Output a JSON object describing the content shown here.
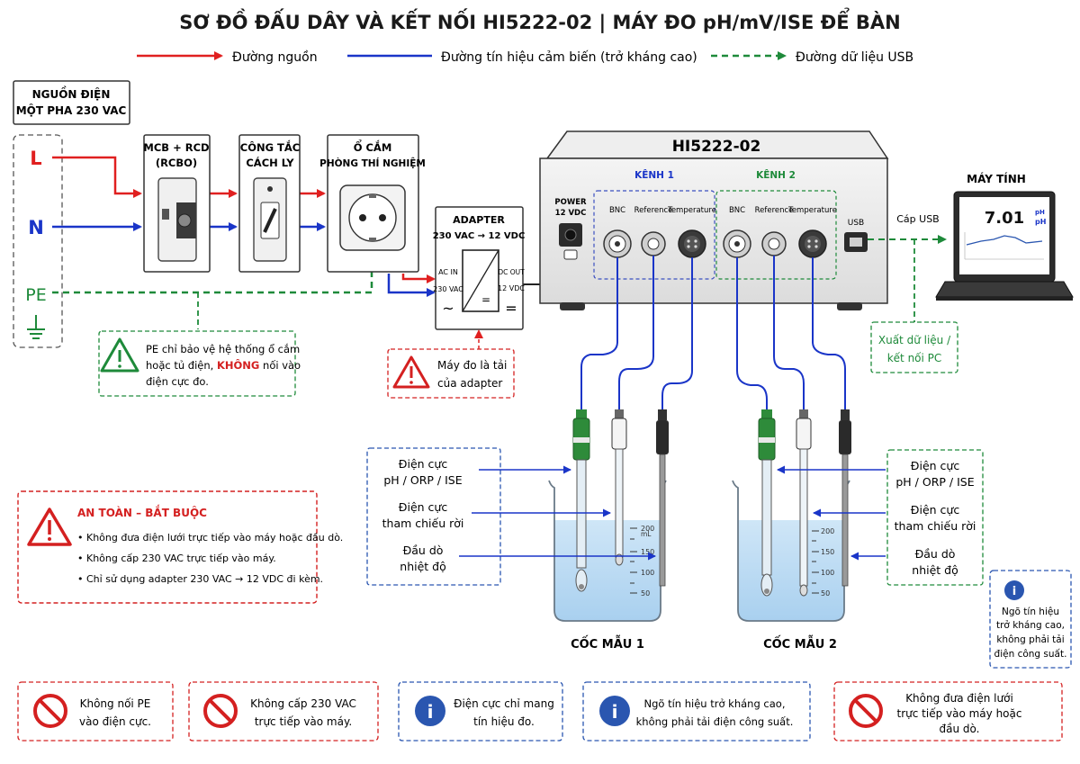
{
  "title": "SƠ ĐỒ ĐẤU DÂY VÀ KẾT NỐI HI5222-02 | MÁY ĐO pH/mV/ISE ĐỂ BÀN",
  "legend": {
    "power": "Đường nguồn",
    "signal": "Đường tín hiệu cảm biến (trở kháng cao)",
    "usb": "Đường dữ liệu USB"
  },
  "source": {
    "title_l1": "NGUỒN ĐIỆN",
    "title_l2": "MỘT PHA 230 VAC",
    "l": "L",
    "n": "N",
    "pe": "PE"
  },
  "mcb": {
    "l1": "MCB + RCD",
    "l2": "(RCBO)"
  },
  "isolator": {
    "l1": "CÔNG TẮC",
    "l2": "CÁCH LY"
  },
  "socket": {
    "l1": "Ổ CẮM",
    "l2": "PHÒNG THÍ NGHIỆM"
  },
  "adapter": {
    "l1": "ADAPTER",
    "l2": "230 VAC → 12 VDC",
    "in1": "AC IN",
    "in2": "230 VAC",
    "out1": "DC OUT",
    "out2": "12 VDC"
  },
  "meter": {
    "model": "HI5222-02",
    "power_l1": "POWER",
    "power_l2": "12 VDC",
    "ch1": "KÊNH 1",
    "ch2": "KÊNH 2",
    "bnc": "BNC",
    "ref": "Reference",
    "temp": "Temperature",
    "usb": "USB"
  },
  "pc": {
    "title": "MÁY TÍNH",
    "cable": "Cáp USB",
    "reading": "7.01",
    "unit_l1": "pH",
    "unit_l2": "pH",
    "export_l1": "Xuất dữ liệu /",
    "export_l2": "kết nối PC"
  },
  "notes": {
    "pe_l1": "PE chỉ bảo vệ hệ thống ổ cắm",
    "pe_l2a": "hoặc tủ điện, ",
    "pe_l2b": "KHÔNG",
    "pe_l2c": " nối vào",
    "pe_l3": "điện cực đo.",
    "load_l1": "Máy đo là tải",
    "load_l2": "của adapter"
  },
  "probes_left": {
    "p1_l1": "Điện cực",
    "p1_l2": "pH / ORP / ISE",
    "p2_l1": "Điện cực",
    "p2_l2": "tham chiếu rời",
    "p3_l1": "Đầu dò",
    "p3_l2": "nhiệt độ"
  },
  "probes_right": {
    "p1_l1": "Điện cực",
    "p1_l2": "pH / ORP / ISE",
    "p2_l1": "Điện cực",
    "p2_l2": "tham chiếu rời",
    "p3_l1": "Đầu dò",
    "p3_l2": "nhiệt độ"
  },
  "beakers": {
    "b1": "CỐC MẪU 1",
    "b2": "CỐC MẪU 2",
    "ml": "mL",
    "t200": "200",
    "t150": "150",
    "t100": "100",
    "t50": "50"
  },
  "safety": {
    "title": "AN TOÀN – BẮT BUỘC",
    "items": [
      "Không đưa điện lưới trực tiếp vào máy hoặc đầu dò.",
      "Không cấp 230 VAC trực tiếp vào máy.",
      "Chỉ sử dụng adapter 230 VAC → 12 VDC đi kèm."
    ]
  },
  "info_right": {
    "l1": "Ngõ tín hiệu",
    "l2": "trở kháng cao,",
    "l3": "không phải tải",
    "l4": "điện công suất."
  },
  "bottom": {
    "n1_l1": "Không nối PE",
    "n1_l2": "vào điện cực.",
    "n2_l1": "Không cấp 230 VAC",
    "n2_l2": "trực tiếp vào máy.",
    "n3_l1": "Điện cực chỉ mang",
    "n3_l2": "tín hiệu đo.",
    "n4_l1": "Ngõ tín hiệu trở kháng cao,",
    "n4_l2": "không phải tải điện công suất.",
    "n5_l1": "Không đưa điện lưới",
    "n5_l2": "trực tiếp vào máy hoặc",
    "n5_l3": "đầu dò."
  },
  "colors": {
    "power": "#e02020",
    "signal": "#1a35c8",
    "usb": "#1e8a3a",
    "warn": "#d42020",
    "info": "#2a56b0",
    "probe_green": "#2e8b3a"
  }
}
